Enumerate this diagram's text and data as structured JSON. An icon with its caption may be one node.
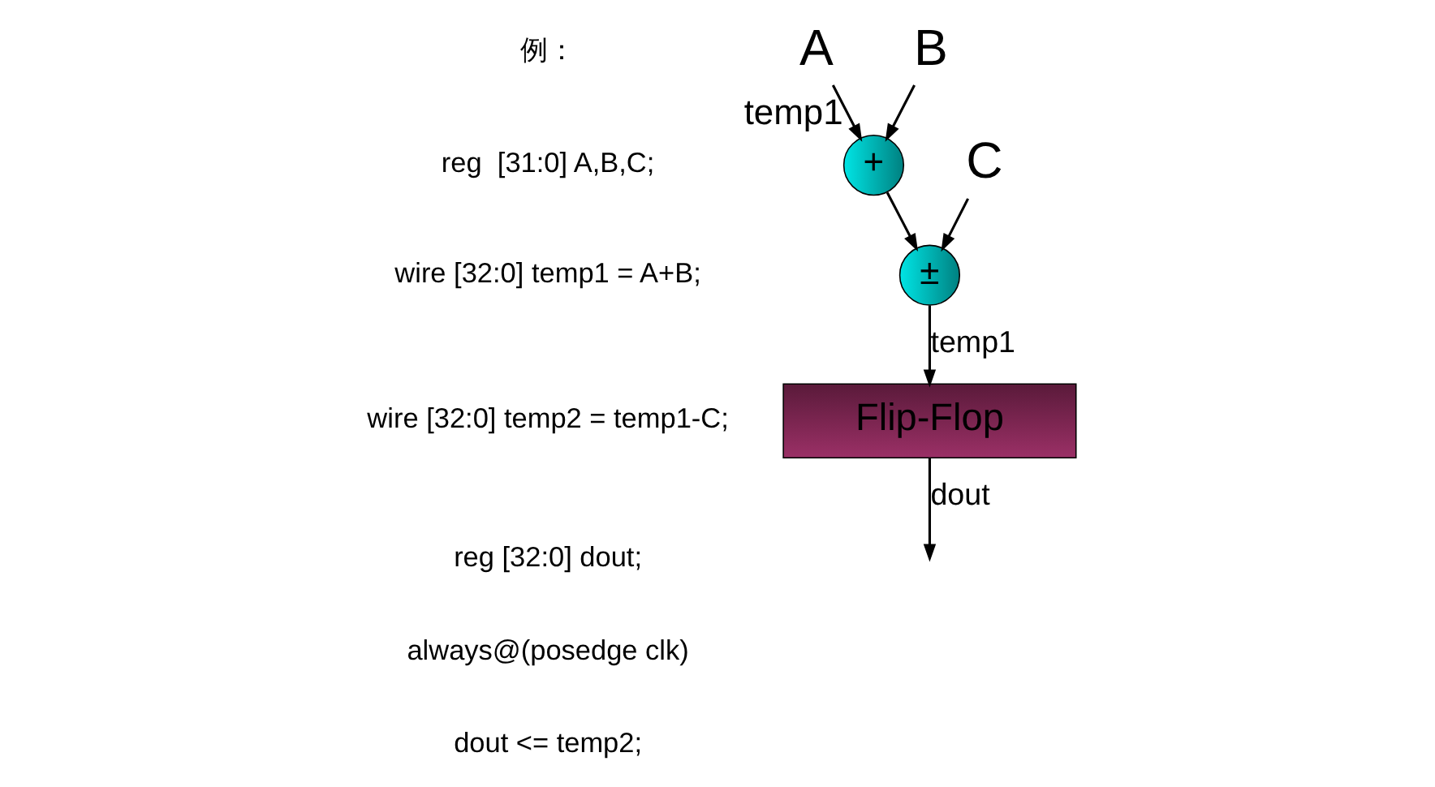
{
  "diagram": {
    "nodes": [
      {
        "text": [
          "A"
        ]
      },
      {
        "text": [
          "B"
        ]
      },
      {
        "text": [
          "C"
        ]
      },
      {
        "text": [
          "+"
        ],
        "beside": [
          "temp1"
        ]
      },
      {
        "text": [
          "±"
        ]
      },
      {
        "text": [
          "Flip-Flop"
        ]
      }
    ],
    "edges": [
      {
        "from": 0,
        "to": 3,
        "arrow": "to"
      },
      {
        "from": 1,
        "to": 3,
        "arrow": "to"
      },
      {
        "from": 3,
        "to": 4,
        "arrow": "to"
      },
      {
        "from": 2,
        "to": 4,
        "arrow": "to"
      },
      {
        "from": 4,
        "to": 5,
        "label": "temp1",
        "arrow": "to"
      },
      {
        "from": 5,
        "to": null,
        "label": "dout",
        "arrow": "to"
      }
    ],
    "labels": [
      "例：",
      "reg  [31:0] A,B,C;",
      "wire [32:0] temp1 = A+B;",
      "wire [32:0] temp2 = temp1-C;",
      "reg [32:0] dout;",
      "always@(posedge clk)",
      "dout <= temp2;"
    ]
  }
}
